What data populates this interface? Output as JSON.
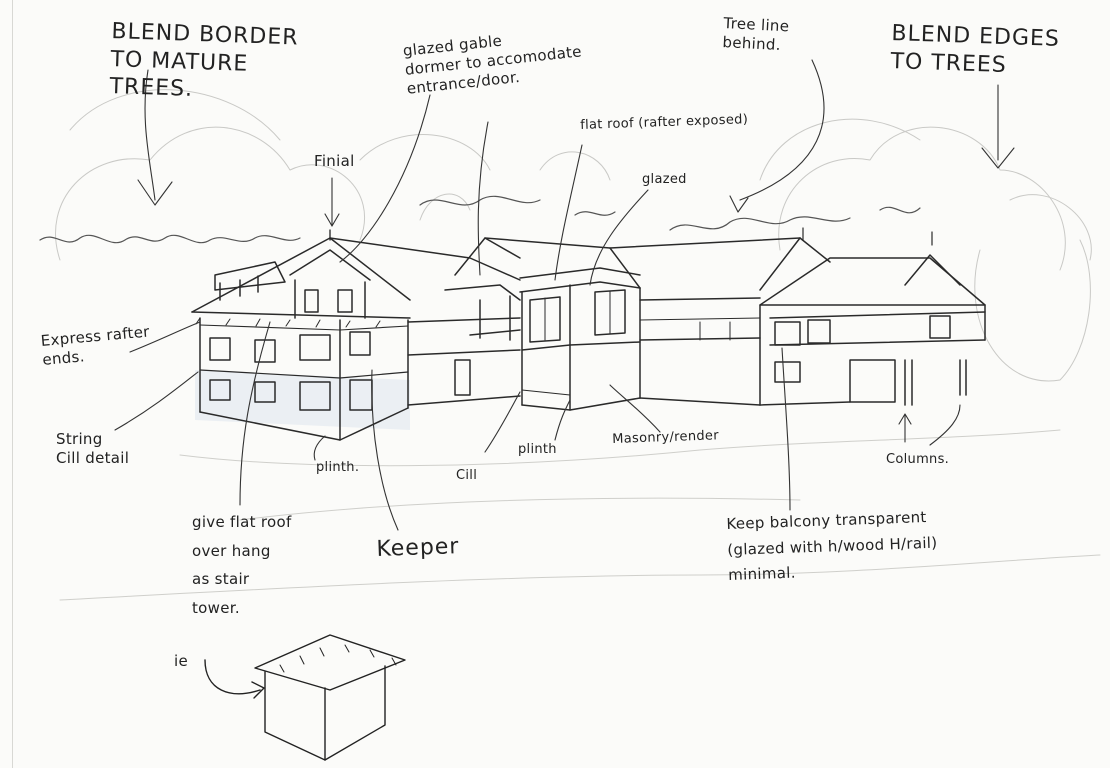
{
  "notes": {
    "blend_border": "BLEND BORDER\nTO MATURE\nTREES.",
    "blend_edges": "BLEND EDGES\nTO TREES",
    "tree_line": "Tree line\nbehind.",
    "glazed_gable": "glazed gable\ndormer to accomodate\nentrance/door.",
    "finial": "Finial",
    "flat_roof": "flat roof (rafter exposed)",
    "glazed": "glazed",
    "express_rafter": "Express rafter\nends.",
    "string_cill": "String\nCill detail",
    "plinth_left": "plinth.",
    "cill": "Cill",
    "plinth_mid": "plinth",
    "masonry": "Masonry/render",
    "columns": "Columns.",
    "flat_roof_overhang": "give flat roof\nover hang\nas stair\ntower.",
    "signature": "Keeper",
    "balcony": "Keep balcony transparent\n(glazed with h/wood H/rail)\nminimal.",
    "ie": "ie"
  }
}
